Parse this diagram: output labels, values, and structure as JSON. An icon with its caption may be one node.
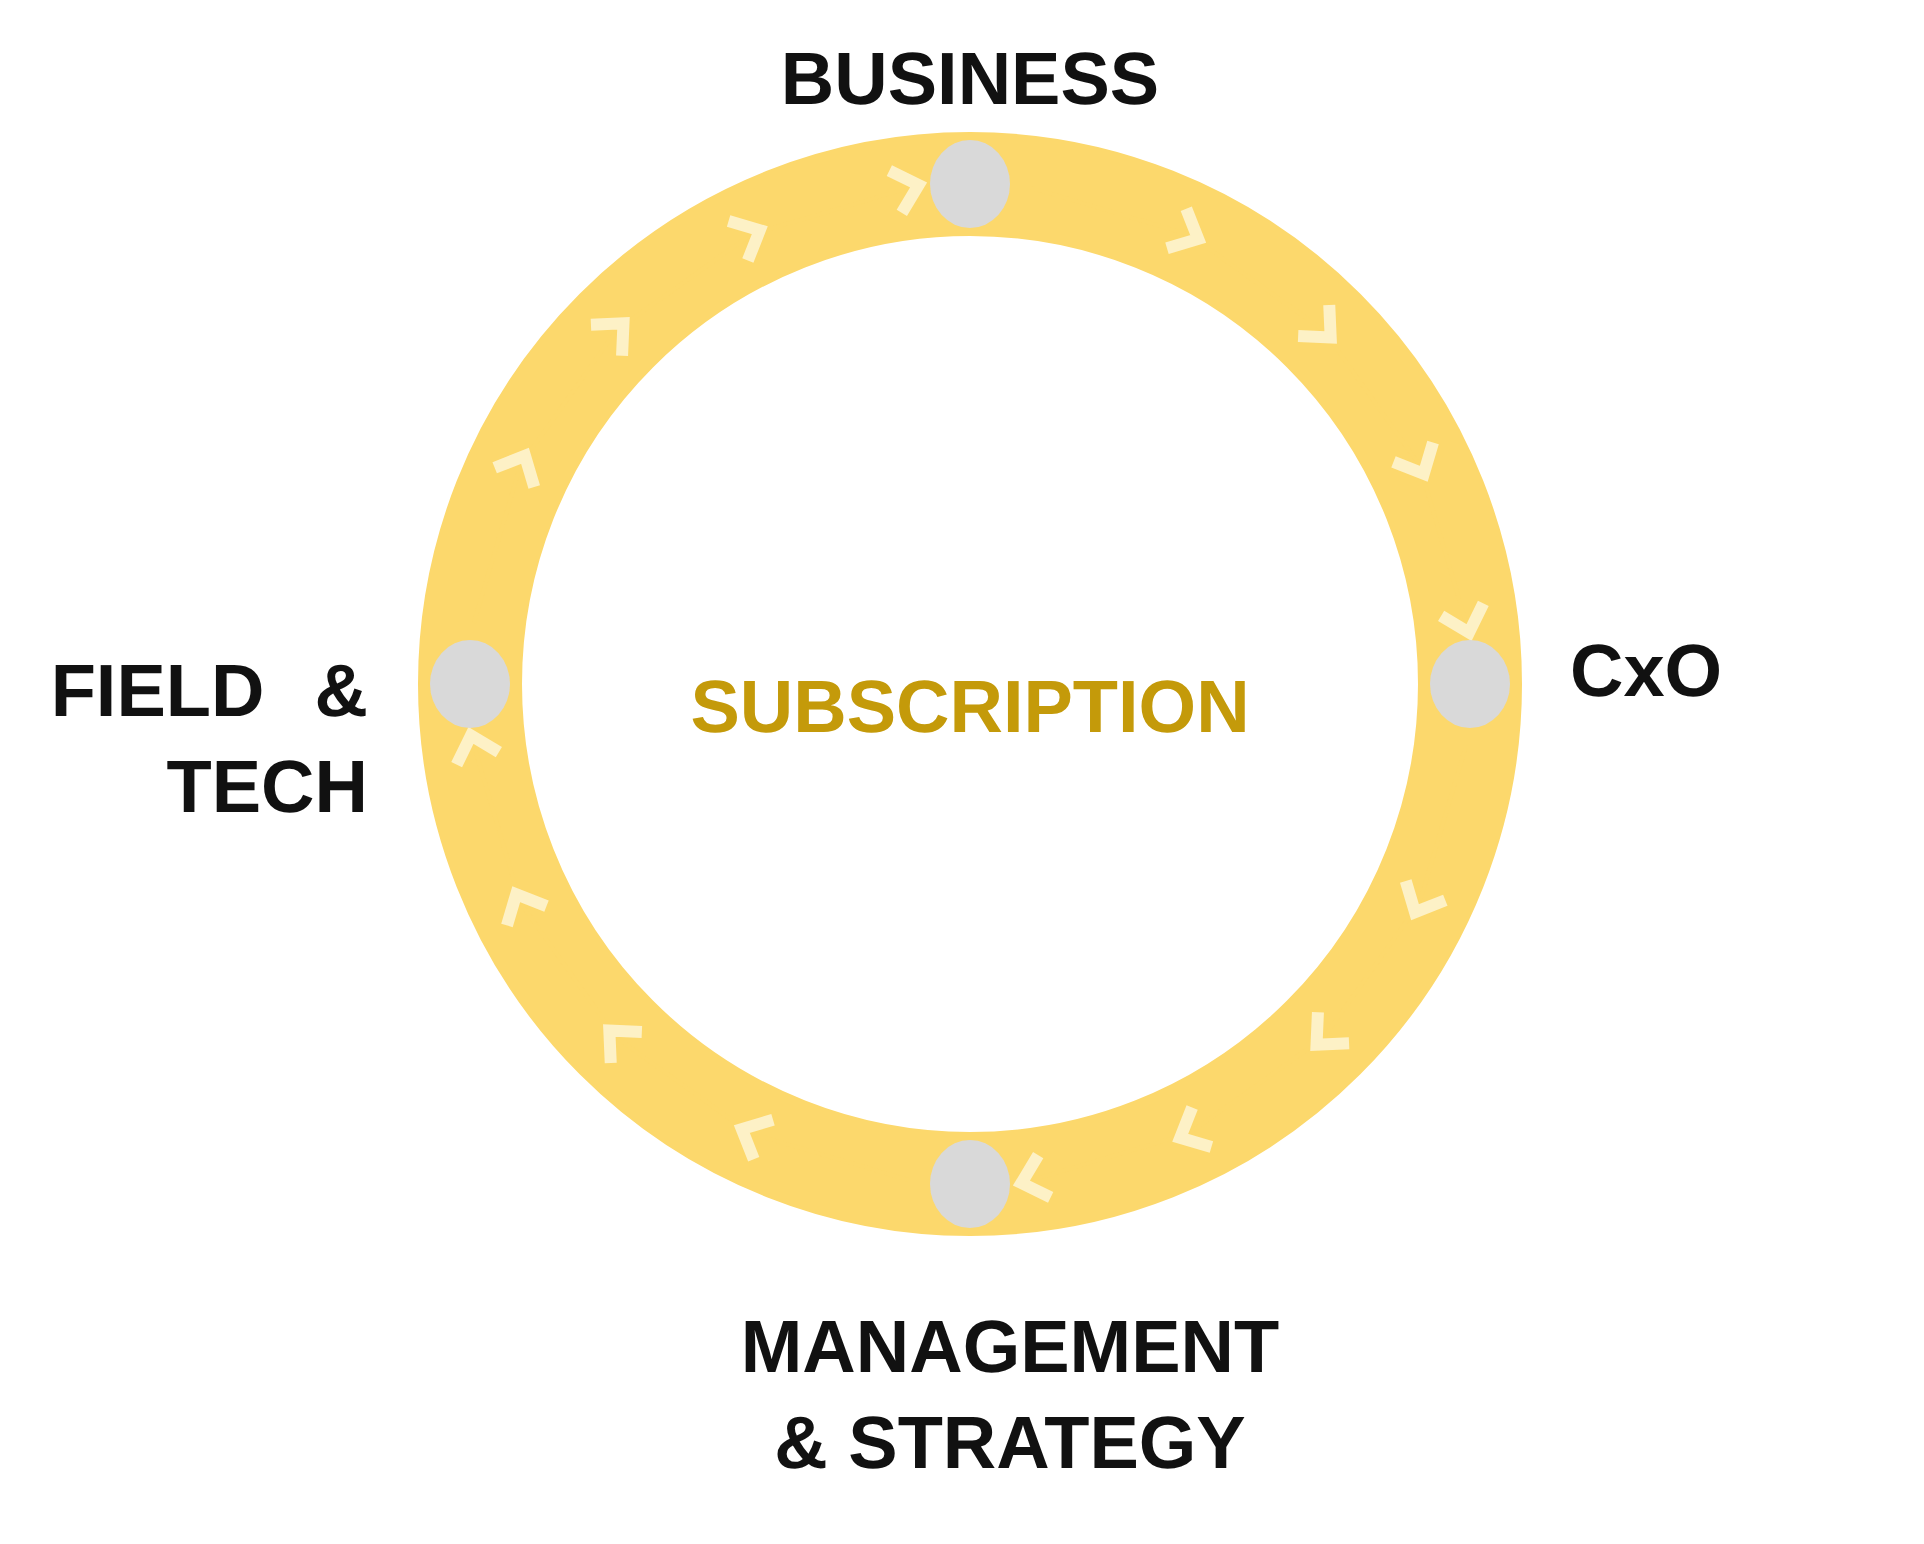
{
  "diagram": {
    "nodes": [
      {
        "text": [],
        "shape": "circle",
        "beside": [
          "BUSINESS"
        ]
      },
      {
        "text": [],
        "shape": "circle",
        "beside": [
          "CxO"
        ]
      },
      {
        "text": [],
        "shape": "circle",
        "beside": [
          "MANAGEMENT & STRATEGY"
        ]
      },
      {
        "text": [],
        "shape": "circle",
        "beside": [
          "FIELD & TECH"
        ]
      }
    ],
    "edges": [
      {
        "from": 0,
        "to": 1,
        "arrow": "to"
      },
      {
        "from": 1,
        "to": 2,
        "arrow": "to"
      },
      {
        "from": 2,
        "to": 3,
        "arrow": "to"
      },
      {
        "from": 3,
        "to": 0,
        "arrow": "to"
      }
    ],
    "labels": [
      "SUBSCRIPTION"
    ]
  }
}
